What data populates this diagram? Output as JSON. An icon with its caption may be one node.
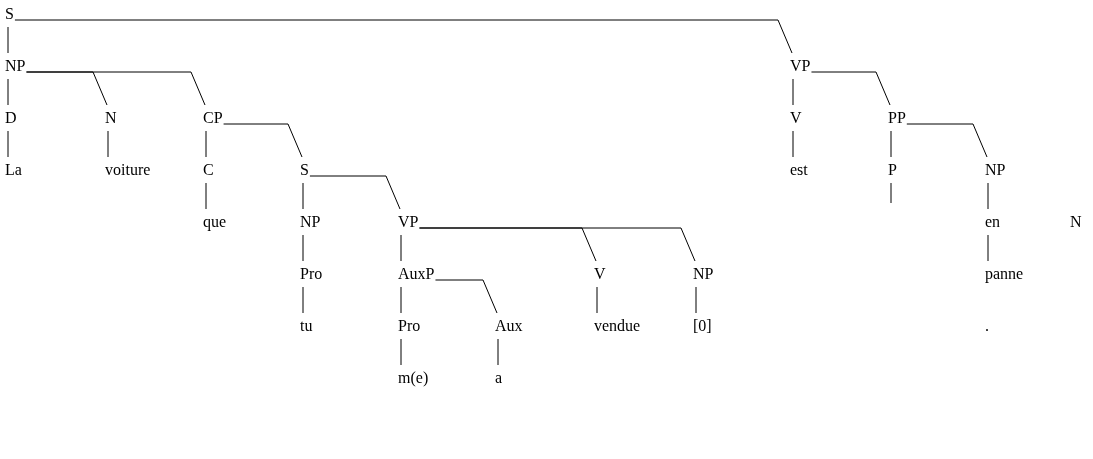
{
  "diagram": {
    "nodes": [
      {
        "text": [
          "S"
        ]
      },
      {
        "text": [
          "NP"
        ]
      },
      {
        "text": [
          "VP"
        ]
      },
      {
        "text": [
          "D"
        ]
      },
      {
        "text": [
          "N"
        ]
      },
      {
        "text": [
          "CP"
        ]
      },
      {
        "text": [
          "V"
        ]
      },
      {
        "text": [
          "PP"
        ]
      },
      {
        "text": [
          "La"
        ]
      },
      {
        "text": [
          "voiture"
        ]
      },
      {
        "text": [
          "C"
        ]
      },
      {
        "text": [
          "S"
        ]
      },
      {
        "text": [
          "est"
        ]
      },
      {
        "text": [
          "P"
        ]
      },
      {
        "text": [
          "NP"
        ]
      },
      {
        "text": [
          "que"
        ]
      },
      {
        "text": [
          "NP"
        ]
      },
      {
        "text": [
          "VP"
        ]
      },
      {
        "text": [
          "en"
        ]
      },
      {
        "text": [
          "Pro"
        ]
      },
      {
        "text": [
          "AuxP"
        ]
      },
      {
        "text": [
          "V"
        ]
      },
      {
        "text": [
          "NP"
        ]
      },
      {
        "text": [
          "panne"
        ]
      },
      {
        "text": [
          "tu"
        ]
      },
      {
        "text": [
          "Pro"
        ]
      },
      {
        "text": [
          "Aux"
        ]
      },
      {
        "text": [
          "vendue"
        ]
      },
      {
        "text": [
          "[0]"
        ]
      },
      {
        "text": [
          "m(e)"
        ]
      },
      {
        "text": [
          "a"
        ]
      }
    ],
    "edges": [
      {
        "from": 0,
        "to": 1,
        "arrow": "none"
      },
      {
        "from": 0,
        "to": 2,
        "arrow": "none"
      },
      {
        "from": 1,
        "to": 3,
        "arrow": "none"
      },
      {
        "from": 1,
        "to": 4,
        "arrow": "none"
      },
      {
        "from": 1,
        "to": 5,
        "arrow": "none"
      },
      {
        "from": 2,
        "to": 6,
        "arrow": "none"
      },
      {
        "from": 2,
        "to": 7,
        "arrow": "none"
      },
      {
        "from": 3,
        "to": 8,
        "arrow": "none"
      },
      {
        "from": 4,
        "to": 9,
        "arrow": "none"
      },
      {
        "from": 5,
        "to": 10,
        "arrow": "none"
      },
      {
        "from": 5,
        "to": 11,
        "arrow": "none"
      },
      {
        "from": 6,
        "to": 12,
        "arrow": "none"
      },
      {
        "from": 7,
        "to": 13,
        "arrow": "none"
      },
      {
        "from": 7,
        "to": 14,
        "arrow": "none"
      },
      {
        "from": 10,
        "to": 15,
        "arrow": "none"
      },
      {
        "from": 11,
        "to": 16,
        "arrow": "none"
      },
      {
        "from": 11,
        "to": 17,
        "arrow": "none"
      },
      {
        "from": 14,
        "to": 18,
        "arrow": "none"
      },
      {
        "from": 13,
        "to": null,
        "arrow": "none"
      },
      {
        "from": 16,
        "to": 19,
        "arrow": "none"
      },
      {
        "from": 17,
        "to": 20,
        "arrow": "none"
      },
      {
        "from": 17,
        "to": 21,
        "arrow": "none"
      },
      {
        "from": 17,
        "to": 22,
        "arrow": "none"
      },
      {
        "from": 18,
        "to": 23,
        "arrow": "none"
      },
      {
        "from": 19,
        "to": 24,
        "arrow": "none"
      },
      {
        "from": 20,
        "to": 25,
        "arrow": "none"
      },
      {
        "from": 20,
        "to": 26,
        "arrow": "none"
      },
      {
        "from": 21,
        "to": 27,
        "arrow": "none"
      },
      {
        "from": 22,
        "to": 28,
        "arrow": "none"
      },
      {
        "from": 25,
        "to": 29,
        "arrow": "none"
      },
      {
        "from": 26,
        "to": 30,
        "arrow": "none"
      }
    ],
    "labels": [
      "N",
      "."
    ]
  }
}
